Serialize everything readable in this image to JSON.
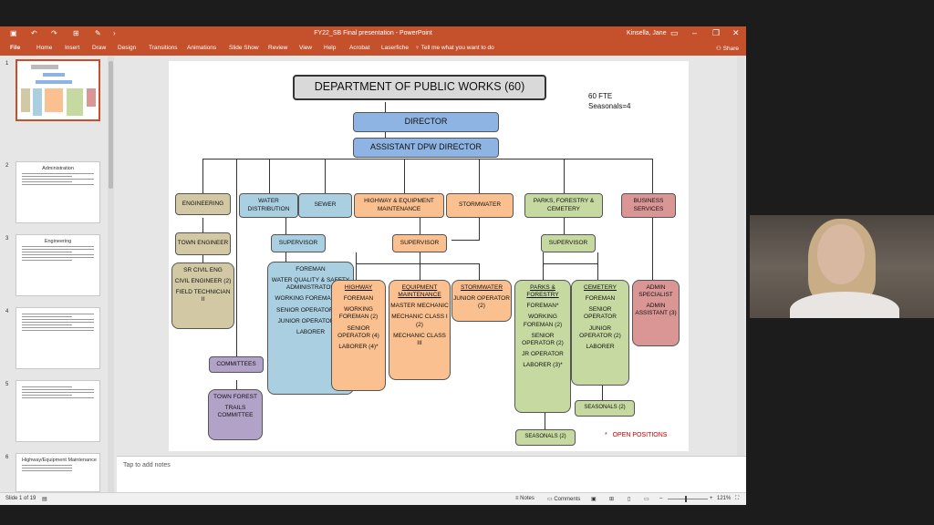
{
  "titlebar": {
    "doc_title": "FY22_SB Final presentation  -  PowerPoint",
    "user": "Kinsella, Jane",
    "save_icon": "save-icon",
    "undo_icon": "undo-icon",
    "redo_icon": "redo-icon"
  },
  "ribbon": {
    "tabs": [
      "File",
      "Home",
      "Insert",
      "Draw",
      "Design",
      "Transitions",
      "Animations",
      "Slide Show",
      "Review",
      "View",
      "Help",
      "Acrobat",
      "Laserfiche"
    ],
    "tell_me": "Tell me what you want to do",
    "share": "Share"
  },
  "thumbnails": {
    "numbers": [
      "1",
      "2",
      "3",
      "4",
      "5",
      "6"
    ],
    "slide2_title": "Administration",
    "slide3_title": "Engineering",
    "slide6_title": "Highway/Equipment Maintenance"
  },
  "slide": {
    "title": "DEPARTMENT OF PUBLIC WORKS (60)",
    "fte": "60 FTE",
    "seasonals": "Seasonals=4",
    "director": "DIRECTOR",
    "assistant": "ASSISTANT DPW DIRECTOR",
    "divisions": {
      "engineering": "ENGINEERING",
      "water": "WATER DISTRIBUTION",
      "sewer": "SEWER",
      "highway": "HIGHWAY & EQUIPMENT MAINTENANCE",
      "stormwater": "STORMWATER",
      "parks": "PARKS, FORESTRY & CEMETERY",
      "business": "BUSINESS SERVICES"
    },
    "town_engineer": "TOWN ENGINEER",
    "sr_civil": [
      "SR CIVIL ENG",
      "CIVIL ENGINEER (2)",
      "FIELD TECHNICIAN II"
    ],
    "supervisor": "SUPERVISOR",
    "water_staff": [
      "FOREMAN",
      "WATER QUALITY & SAFETY ADMINISTRATOR",
      "WORKING FOREMAN (3)*",
      "SENIOR OPERATOR (4)*",
      "JUNIOR OPERATOR (5)",
      "LABORER"
    ],
    "highway_staff": [
      "HIGHWAY",
      "FOREMAN",
      "WORKING FOREMAN (2)",
      "SENIOR OPERATOR (4)",
      "LABORER (4)*"
    ],
    "equipment_staff": [
      "EQUIPMENT MAINTENANCE",
      "MASTER MECHANIC",
      "MECHANIC CLASS I (2)",
      "MECHANIC CLASS III"
    ],
    "stormwater_staff": [
      "STORMWATER",
      "JUNIOR OPERATOR (2)"
    ],
    "parks_staff": [
      "PARKS & FORESTRY",
      "FOREMAN*",
      "WORKING FOREMAN (2)",
      "SENIOR OPERATOR (2)",
      "JR OPERATOR",
      "LABORER (3)*"
    ],
    "cemetery_staff": [
      "CEMETERY",
      "FOREMAN",
      "SENIOR OPERATOR",
      "JUNIOR OPERATOR (2)",
      "LABORER"
    ],
    "business_staff": [
      "ADMIN SPECIALIST",
      "ADMIN ASSISTANT (3)"
    ],
    "committees": "COMMITTEES",
    "town_forest": [
      "TOWN FOREST",
      "TRAILS COMMITTEE"
    ],
    "seasonals_2a": "SEASONALS (2)",
    "seasonals_2b": "SEASONALS (2)",
    "open_positions": "OPEN POSITIONS",
    "star": "*"
  },
  "notes": {
    "placeholder": "Tap to add notes"
  },
  "status": {
    "slide_of": "Slide 1 of 19",
    "notes": "Notes",
    "comments": "Comments",
    "zoom": "121%"
  }
}
